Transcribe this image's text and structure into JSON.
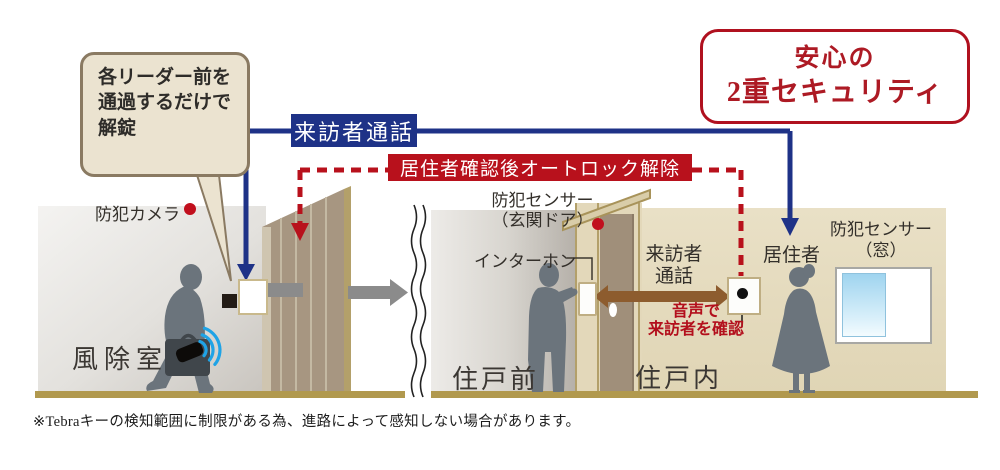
{
  "title": {
    "line1": "安心の",
    "line2": "2重セキュリティ"
  },
  "callout": {
    "line1": "各リーダー前を",
    "line2": "通過するだけで",
    "line3": "解錠"
  },
  "flows": {
    "visitor_call_bar": "来訪者通話",
    "autolock_bar": "居住者確認後オートロック解除"
  },
  "labels": {
    "security_camera": "防犯カメラ",
    "door_sensor_line1": "防犯センサー",
    "door_sensor_line2": "（玄関ドア）",
    "intercom": "インターホン",
    "visitor_call_line1": "来訪者",
    "visitor_call_line2": "通話",
    "voice_check_line1": "音声で",
    "voice_check_line2": "来訪者を確認",
    "resident": "居住者",
    "window_sensor_line1": "防犯センサー",
    "window_sensor_line2": "（窓）"
  },
  "areas": {
    "windbreak_room": "風除室",
    "front_of_unit": "住戸前",
    "inside_unit": "住戸内"
  },
  "note": "※Tebraキーの検知範囲に制限がある為、進路によって感知しない場合があります。",
  "icons": {
    "key_fob": "tebra-key-fob",
    "signal_waves": "wireless-signal-arcs",
    "camera_marker": "red-dot-marker",
    "door_sensor_marker": "red-dot-marker"
  },
  "colors": {
    "navy": "#1e3287",
    "red": "#b8111c",
    "brown_arrow": "#8d5c2e",
    "signal_blue": "#1fa3e6",
    "floor_gold": "#b1994e",
    "wall_beige": "#e3d8ba",
    "silhouette_gray": "#6b747c"
  }
}
